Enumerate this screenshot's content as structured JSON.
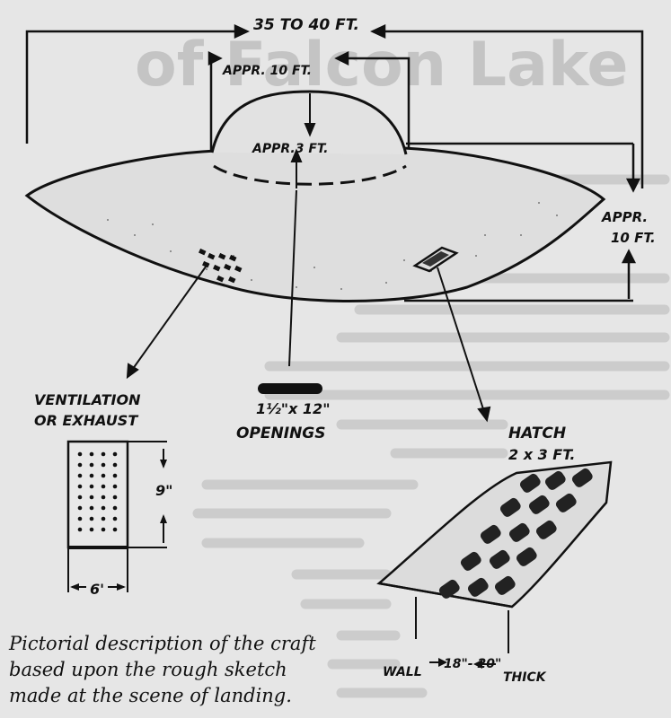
{
  "background_text": {
    "fragment": "of Falcon Lake"
  },
  "dimensions": {
    "overall_width": "35 TO 40 FT.",
    "dome_width": "APPR. 10 FT.",
    "dome_height": "APPR.3 FT.",
    "side_height_line1": "APPR.",
    "side_height_line2": "10 FT."
  },
  "labels": {
    "ventilation_line1": "VENTILATION",
    "ventilation_line2": "OR EXHAUST",
    "openings_size": "1½\"x 12\"",
    "openings": "OPENINGS",
    "hatch": "HATCH",
    "hatch_size": "2 x 3 FT."
  },
  "vent_panel": {
    "height": "9\"",
    "width": "6'"
  },
  "hatch_detail": {
    "wall": "WALL",
    "thickness": "18\"- 20\"",
    "thick": "THICK"
  },
  "caption": {
    "line1": "Pictorial description of the craft",
    "line2": "based upon the rough sketch",
    "line3": "made at the scene of landing."
  },
  "colors": {
    "ink": "#111111",
    "paper": "#e6e6e6",
    "faint_text": "#c4c4c4"
  }
}
